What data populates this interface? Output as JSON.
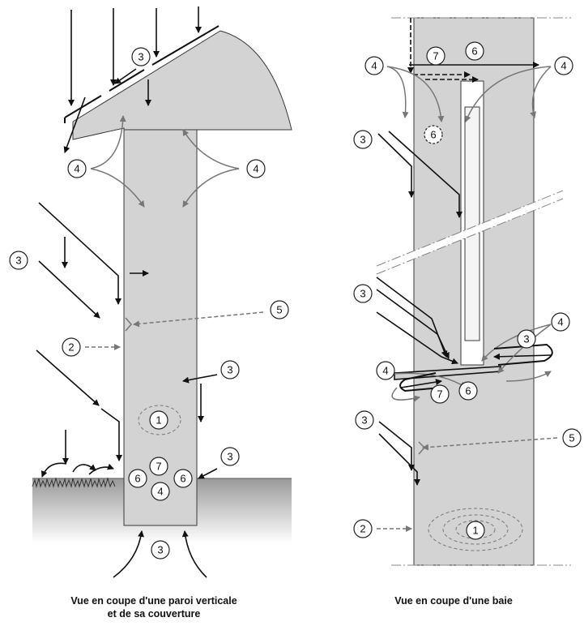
{
  "captions": {
    "left_line1": "Vue en coupe d'une paroi verticale",
    "left_line2": "et de sa couverture",
    "right": "Vue en coupe d'une baie"
  },
  "markers": {
    "m1": "1",
    "m2": "2",
    "m3": "3",
    "m4": "4",
    "m5": "5",
    "m6": "6",
    "m7": "7"
  },
  "colors": {
    "wall": "#d3d3d3",
    "outline": "#3a3a3a",
    "arrow_dark": "#111111",
    "arrow_grey": "#777777",
    "ground": "#9a9a9a"
  }
}
